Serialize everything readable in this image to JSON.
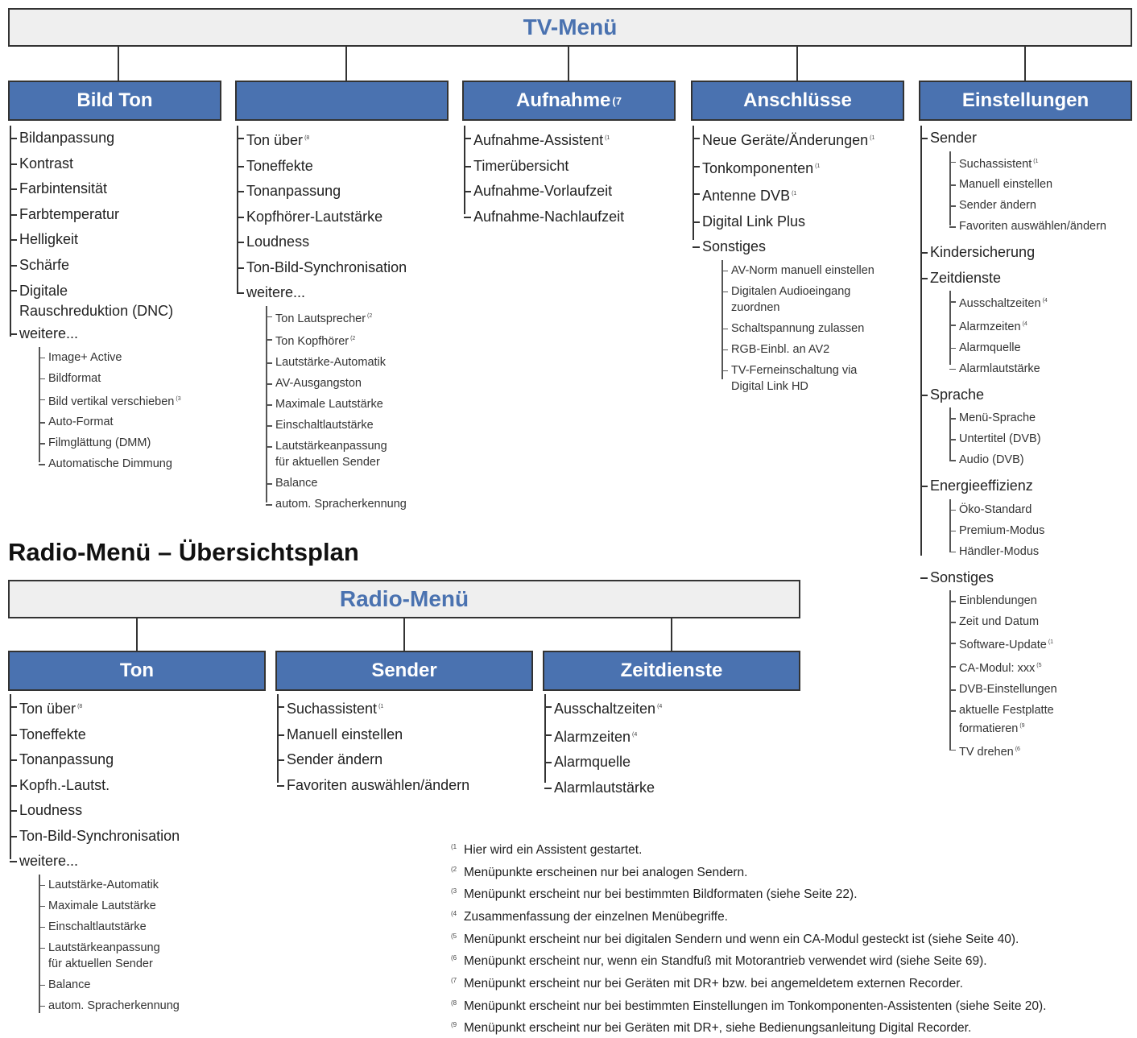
{
  "tv": {
    "title": "TV-Menü",
    "bildton": {
      "title": "Bild Ton",
      "items": [
        "Bildanpassung",
        "Kontrast",
        "Farbintensität",
        "Farbtemperatur",
        "Helligkeit",
        "Schärfe",
        "Digitale",
        "Rauschreduktion (DNC)",
        "weitere..."
      ],
      "sub": [
        "Image+ Active",
        "Bildformat",
        "Bild vertikal verschieben",
        "Auto-Format",
        "Filmglättung (DMM)",
        "Automatische Dimmung"
      ]
    },
    "ton": {
      "title": "",
      "items": [
        "Ton über",
        "Toneffekte",
        "Tonanpassung",
        "Kopfhörer-Lautstärke",
        "Loudness",
        "Ton-Bild-Synchronisation",
        "weitere..."
      ],
      "sub": [
        "Ton Lautsprecher",
        "Ton Kopfhörer",
        "Lautstärke-Automatik",
        "AV-Ausgangston",
        "Maximale Lautstärke",
        "Einschaltlautstärke",
        "Lautstärkeanpassung",
        "für aktuellen Sender",
        "Balance",
        "autom. Spracherkennung"
      ]
    },
    "aufnahme": {
      "title": "Aufnahme",
      "fn": "(7",
      "items": [
        "Aufnahme-Assistent",
        "Timerübersicht",
        "Aufnahme-Vorlaufzeit",
        "Aufnahme-Nachlaufzeit"
      ]
    },
    "anschluesse": {
      "title": "Anschlüsse",
      "items": [
        "Neue Geräte/Änderungen",
        "Tonkomponenten",
        "Antenne DVB",
        "Digital Link Plus",
        "Sonstiges"
      ],
      "sub": [
        "AV-Norm manuell einstellen",
        "Digitalen Audioeingang",
        "zuordnen",
        "Schaltspannung zulassen",
        "RGB-Einbl. an AV2",
        "TV-Ferneinschaltung via",
        "Digital Link HD"
      ]
    },
    "einstellungen": {
      "title": "Einstellungen",
      "sender": "Sender",
      "sender_sub": [
        "Suchassistent",
        "Manuell einstellen",
        "Sender ändern",
        "Favoriten auswählen/ändern"
      ],
      "kinder": "Kindersicherung",
      "zeit": "Zeitdienste",
      "zeit_sub": [
        "Ausschaltzeiten",
        "Alarmzeiten",
        "Alarmquelle",
        "Alarmlautstärke"
      ],
      "sprache": "Sprache",
      "sprache_sub": [
        "Menü-Sprache",
        "Untertitel (DVB)",
        "Audio (DVB)"
      ],
      "energie": "Energieeffizienz",
      "energie_sub": [
        "Öko-Standard",
        "Premium-Modus",
        "Händler-Modus"
      ],
      "sonst": "Sonstiges",
      "sonst_sub": [
        "Einblendungen",
        "Zeit und Datum",
        "Software-Update",
        "CA-Modul: xxx",
        "DVB-Einstellungen",
        "aktuelle Festplatte",
        "formatieren",
        "TV drehen"
      ]
    }
  },
  "radio_heading": "Radio-Menü – Übersichtsplan",
  "radio": {
    "title": "Radio-Menü",
    "ton": {
      "title": "Ton",
      "items": [
        "Ton über",
        "Toneffekte",
        "Tonanpassung",
        "Kopfh.-Lautst.",
        "Loudness",
        "Ton-Bild-Synchronisation",
        "weitere..."
      ],
      "sub": [
        "Lautstärke-Automatik",
        "Maximale Lautstärke",
        "Einschaltlautstärke",
        "Lautstärkeanpassung",
        "für aktuellen Sender",
        "Balance",
        "autom. Spracherkennung"
      ]
    },
    "sender": {
      "title": "Sender",
      "items": [
        "Suchassistent",
        "Manuell einstellen",
        "Sender ändern",
        "Favoriten auswählen/ändern"
      ]
    },
    "zeit": {
      "title": "Zeitdienste",
      "items": [
        "Ausschaltzeiten",
        "Alarmzeiten",
        "Alarmquelle",
        "Alarmlautstärke"
      ]
    }
  },
  "fnmarks": {
    "f1": "(1",
    "f2": "(2",
    "f3": "(3",
    "f4": "(4",
    "f5": "(5",
    "f6": "(6",
    "f8": "(8",
    "f9": "(9"
  },
  "footnotes": [
    {
      "n": "(1",
      "t": "Hier wird ein Assistent gestartet."
    },
    {
      "n": "(2",
      "t": "Menüpunkte erscheinen nur bei analogen Sendern."
    },
    {
      "n": "(3",
      "t": "Menüpunkt erscheint nur bei bestimmten Bildformaten (siehe Seite 22)."
    },
    {
      "n": "(4",
      "t": "Zusammenfassung der einzelnen Menübegriffe."
    },
    {
      "n": "(5",
      "t": "Menüpunkt erscheint nur bei digitalen Sendern und wenn ein CA-Modul gesteckt ist (siehe Seite 40)."
    },
    {
      "n": "(6",
      "t": "Menüpunkt erscheint nur, wenn ein Standfuß mit Motorantrieb verwendet wird (siehe Seite 69)."
    },
    {
      "n": "(7",
      "t": "Menüpunkt erscheint nur bei Geräten mit DR+ bzw. bei angemeldetem externen Recorder."
    },
    {
      "n": "(8",
      "t": "Menüpunkt erscheint nur bei bestimmten Einstellungen im Tonkomponenten-Assistenten (siehe Seite 20)."
    },
    {
      "n": "(9",
      "t": "Menüpunkt erscheint nur bei Geräten mit DR+, siehe Bedienungsanleitung Digital Recorder."
    }
  ]
}
